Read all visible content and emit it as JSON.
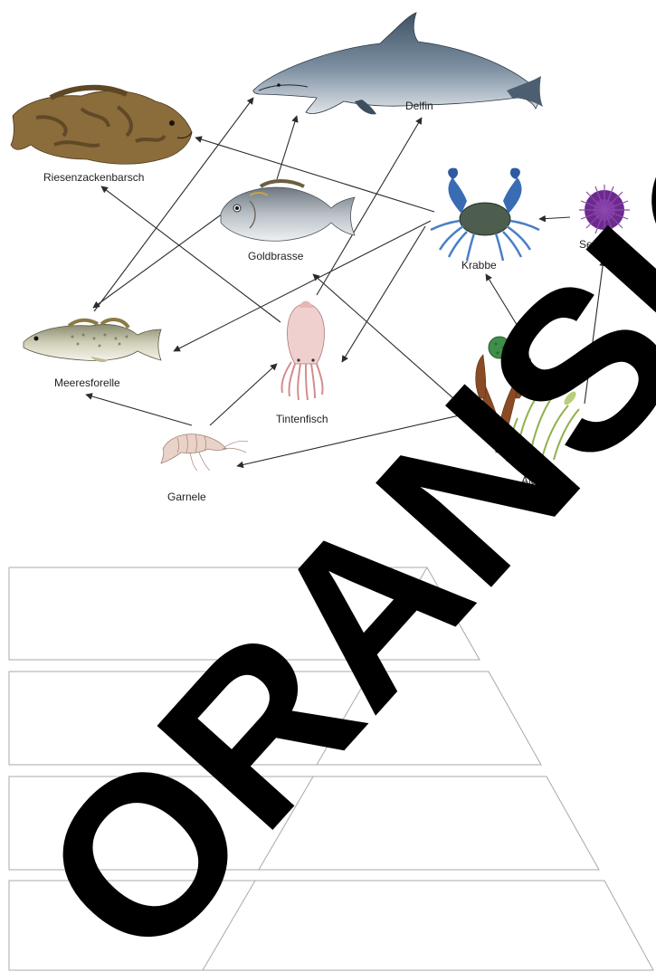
{
  "organisms": {
    "dolphin": "Delfin",
    "grouper": "Riesenzackenbarsch",
    "seabream": "Goldbrasse",
    "crab": "Krabbe",
    "urchin": "Seeigel",
    "trout": "Meeresforelle",
    "squid": "Tintenfisch",
    "shrimp": "Garnele",
    "algae": "Algen"
  },
  "feeding_links": [
    {
      "from": "Algen",
      "to": "Krabbe"
    },
    {
      "from": "Algen",
      "to": "Seeigel"
    },
    {
      "from": "Algen",
      "to": "Garnele"
    },
    {
      "from": "Algen",
      "to": "Goldbrasse"
    },
    {
      "from": "Seeigel",
      "to": "Krabbe"
    },
    {
      "from": "Krabbe",
      "to": "Riesenzackenbarsch"
    },
    {
      "from": "Krabbe",
      "to": "Meeresforelle"
    },
    {
      "from": "Krabbe",
      "to": "Tintenfisch"
    },
    {
      "from": "Garnele",
      "to": "Meeresforelle"
    },
    {
      "from": "Garnele",
      "to": "Tintenfisch"
    },
    {
      "from": "Goldbrasse",
      "to": "Delfin"
    },
    {
      "from": "Goldbrasse",
      "to": "Meeresforelle"
    },
    {
      "from": "Meeresforelle",
      "to": "Delfin"
    },
    {
      "from": "Tintenfisch",
      "to": "Delfin"
    },
    {
      "from": "Tintenfisch",
      "to": "Riesenzackenbarsch"
    }
  ],
  "pyramid": {
    "levels": [
      "",
      "",
      "",
      ""
    ]
  },
  "watermark": "ORANSIO",
  "colors": {
    "arrow": "#2b2b2b",
    "pyramid_outline": "#a9a9a9",
    "watermark": "#000000"
  }
}
